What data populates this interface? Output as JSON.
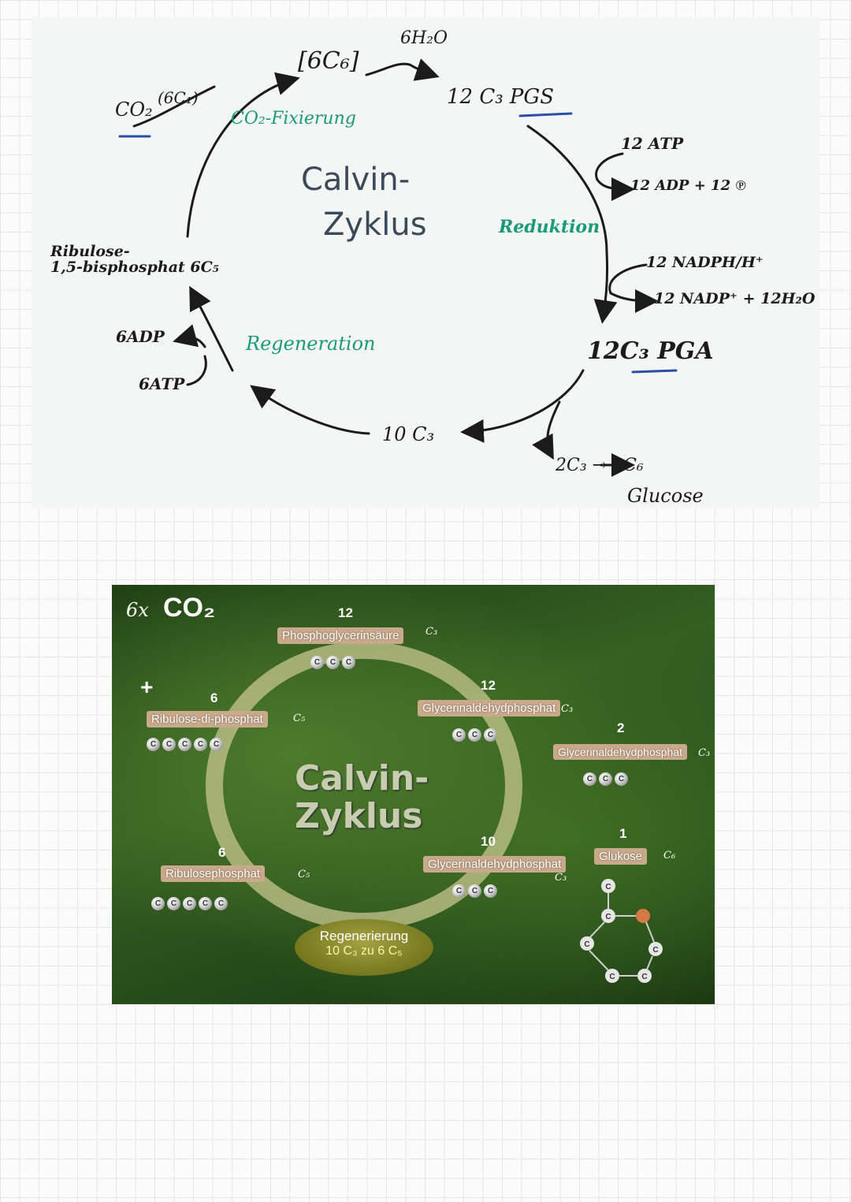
{
  "sketch": {
    "co2_left": "CO₂",
    "c1_note": "(6C₁)",
    "c6_box": "[6C₆]",
    "water_top": "6H₂O",
    "pgs": "12 C₃ PGS",
    "fixation": "CO₂-Fixierung",
    "center_line1": "Calvin-",
    "center_line2": "Zyklus",
    "atp12": "12 ATP",
    "adp12": "12 ADP + 12 ℗",
    "reduction": "Reduktion",
    "ribulose_line1": "Ribulose-",
    "ribulose_line2": "1,5-bisphosphat 6C₅",
    "nadph": "12 NADPH/H⁺",
    "nadp": "12 NADP⁺ + 12H₂O",
    "adp6": "6ADP",
    "regeneration": "Regeneration",
    "pga": "12C₃ PGA",
    "atp6": "6ATP",
    "c3_10": "10 C₃",
    "glucose_eq": "2C₃ → 1C₆",
    "glucose": "Glucose"
  },
  "screenshot": {
    "co2_prefix": "6x",
    "co2": "CO₂",
    "plus": "+",
    "pga_count": "12",
    "pga_label": "Phosphoglycerinsäure",
    "pga_note": "C₃",
    "rubp_count": "6",
    "rubp_label": "Ribulose-di-phosphat",
    "rubp_note": "C₅",
    "gap12_count": "12",
    "gap12_label": "Glycerinaldehydphosphat",
    "gap12_note": "C₃",
    "gap2_count": "2",
    "gap2_label": "Glycerinaldehydphosphat",
    "gap2_note": "C₃",
    "center_line1": "Calvin-",
    "center_line2": "Zyklus",
    "gap10_count": "10",
    "gap10_label": "Glycerinaldehydphosphat",
    "gap10_note": "C₃",
    "rup_count": "6",
    "rup_label": "Ribulosephosphat",
    "rup_note": "C₅",
    "glucose_count": "1",
    "glucose_label": "Glukose",
    "glucose_note": "C₆",
    "regen_line1": "Regenerierung",
    "regen_line2": "10 C₃ zu 6 C₅",
    "bead": "C"
  }
}
